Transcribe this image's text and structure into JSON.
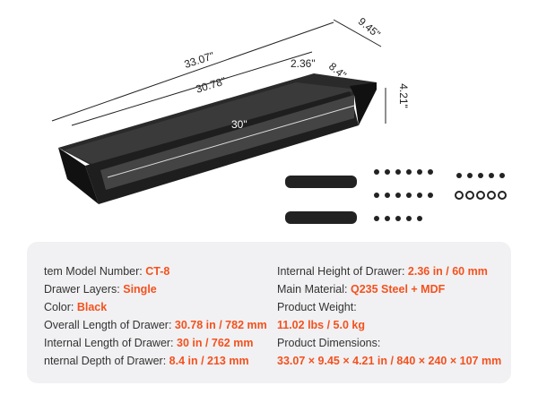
{
  "dimensions": {
    "overall_length": "33.07\"",
    "drawer_length": "30.78\"",
    "internal_height": "2.36\"",
    "internal_depth": "8.4\"",
    "overall_depth": "9.45\"",
    "overall_height": "4.21\"",
    "internal_length": "30\""
  },
  "specs": {
    "left": [
      {
        "label": "tem Model Number: ",
        "value": "CT-8"
      },
      {
        "label": "Drawer Layers: ",
        "value": "Single"
      },
      {
        "label": "Color: ",
        "value": "Black"
      },
      {
        "label": "Overall Length of Drawer: ",
        "value": "30.78 in / 782 mm"
      },
      {
        "label": "Internal Length of Drawer: ",
        "value": "30 in / 762 mm"
      },
      {
        "label": "nternal Depth of Drawer: ",
        "value": "8.4 in / 213 mm"
      }
    ],
    "right": [
      {
        "label": "Internal Height of Drawer: ",
        "value": "2.36 in / 60 mm"
      },
      {
        "label": "Main Material: ",
        "value": "Q235 Steel + MDF"
      },
      {
        "label": "Product Weight:",
        "value": ""
      },
      {
        "label": "",
        "value": "11.02 lbs / 5.0 kg"
      },
      {
        "label": "Product Dimensions:",
        "value": ""
      },
      {
        "label": "",
        "value": "33.07 × 9.45 × 4.21 in / 840 × 240 × 107 mm"
      }
    ]
  },
  "colors": {
    "accent": "#f4511e"
  }
}
